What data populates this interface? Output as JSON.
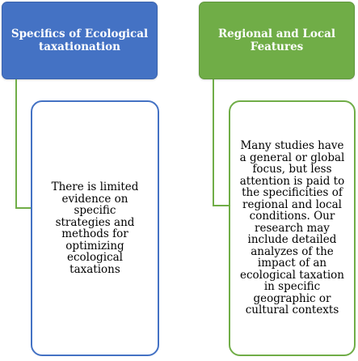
{
  "diagram": {
    "left": {
      "header": "Specifics of Ecological taxationation",
      "content": "There is limited evidence on specific strategies and methods for optimizing ecological taxations",
      "color": "#4472c4"
    },
    "right": {
      "header": "Regional and Local Features",
      "content": "Many studies have a general or global focus, but less attention is paid to the specificities of regional and local conditions. Our research may include detailed analyzes of the impact of an ecological taxation in specific geographic or cultural contexts",
      "color": "#70ad47"
    },
    "connector_color": "#70ad47"
  }
}
